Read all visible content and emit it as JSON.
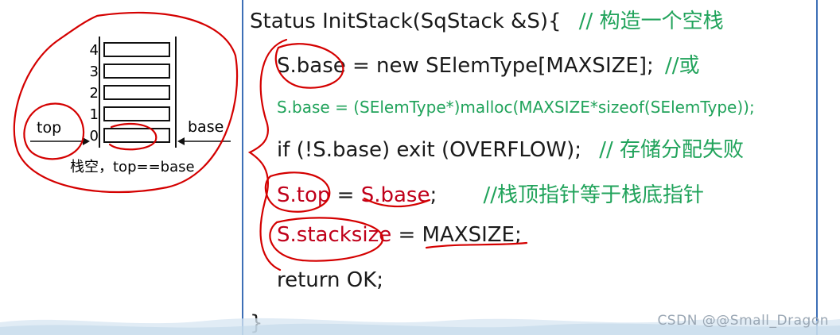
{
  "diagram": {
    "indices": [
      "4",
      "3",
      "2",
      "1",
      "0"
    ],
    "top_label": "top",
    "base_label": "base",
    "caption": "栈空，top==base"
  },
  "code": {
    "line1": {
      "code": "Status InitStack(SqStack   &S){",
      "comment": "// 构造一个空栈"
    },
    "line2": {
      "code": "S.base = new SElemType[MAXSIZE];",
      "comment": "//或"
    },
    "line3": {
      "code": "S.base = (SElemType*)malloc(MAXSIZE*sizeof(SElemType));"
    },
    "line4": {
      "code": "if  (!S.base) exit  (OVERFLOW);",
      "comment": "// 存储分配失败"
    },
    "line5": {
      "lhs": "S.top",
      "eq": " = ",
      "rhs": "S.base",
      "end": ";",
      "comment": "//栈顶指针等于栈底指针"
    },
    "line6": {
      "lhs": "S.stacksize",
      "eq": " = ",
      "rhs": "MAXSIZE",
      "end": ";"
    },
    "line7": {
      "code": "return OK;"
    },
    "line8": {
      "code": "}"
    }
  },
  "watermark": "CSDN @@Small_Dragon",
  "colors": {
    "comment": "#21a35b",
    "ink_annotation": "#d40000",
    "panel_border": "#3d6fb6"
  }
}
